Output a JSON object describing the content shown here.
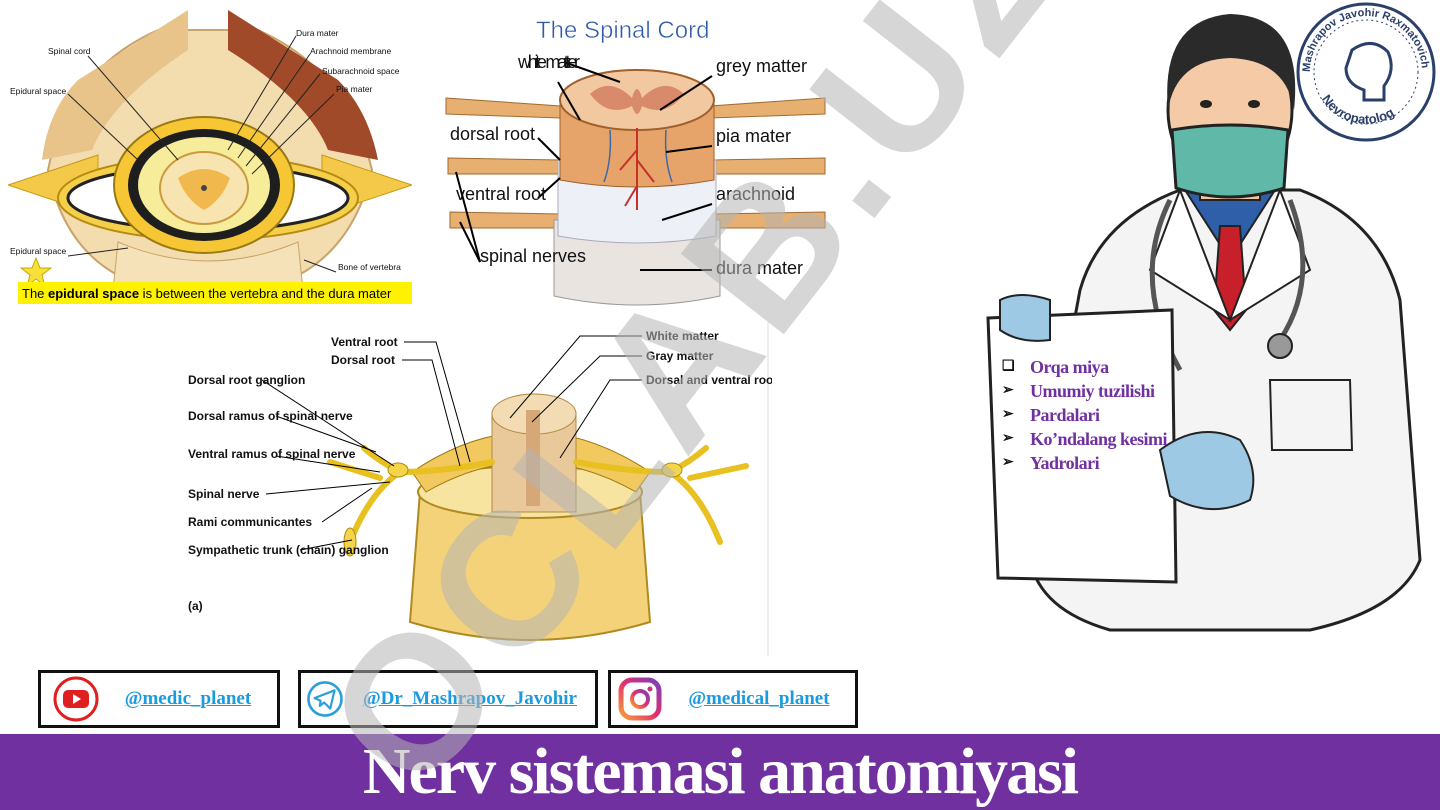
{
  "epidural_diagram": {
    "labels": {
      "spinal_cord": "Spinal cord",
      "dura_mater": "Dura mater",
      "arachnoid_membrane": "Arachnoid membrane",
      "subarachnoid_space": "Subarachnoid space",
      "pia_mater": "Pia mater",
      "epidural_space_top": "Epidural space",
      "epidural_space_bottom": "Epidural space",
      "bone_of_vertebra": "Bone of vertebra"
    },
    "caption_prefix": "The ",
    "caption_bold": "epidural space",
    "caption_suffix": " is between the vertebra and the dura mater"
  },
  "spinal_cord_diagram": {
    "title": "The Spinal Cord",
    "labels": {
      "white_matter": "white matter",
      "grey_matter": "grey matter",
      "dorsal_root": "dorsal root",
      "pia_mater": "pia mater",
      "ventral_root": "ventral root",
      "arachnoid": "arachnoid",
      "spinal_nerves": "spinal nerves",
      "dura_mater": "dura mater"
    }
  },
  "vertebra_diagram": {
    "labels": {
      "ventral_root": "Ventral root",
      "dorsal_root": "Dorsal root",
      "dorsal_root_ganglion": "Dorsal root ganglion",
      "dorsal_ramus": "Dorsal ramus of spinal nerve",
      "ventral_ramus": "Ventral ramus of spinal nerve",
      "spinal_nerve": "Spinal nerve",
      "rami_communicantes": "Rami communicantes",
      "sympathetic_trunk": "Sympathetic trunk (chain) ganglion",
      "white_matter": "White matter",
      "gray_matter": "Gray matter",
      "rootlets": "Dorsal and ventral rootlets of spinal nerve"
    },
    "panel_tag": "(a)"
  },
  "doctor_badge": {
    "text_top": "Mashrapov Javohir Raxmatovich",
    "text_bottom": "Nevropatolog"
  },
  "clipboard": {
    "items": [
      {
        "bullet": "❑",
        "label": "Orqa miya"
      },
      {
        "bullet": "➢",
        "label": "Umumiy tuzilishi"
      },
      {
        "bullet": "➢",
        "label": "Pardalari"
      },
      {
        "bullet": "➢",
        "label": "Ko’ndalang kesimi"
      },
      {
        "bullet": "➢",
        "label": "Yadrolari"
      }
    ]
  },
  "social": {
    "youtube": {
      "icon": "youtube-icon",
      "handle": "@medic_planet",
      "color": "#e02020"
    },
    "telegram": {
      "icon": "telegram-icon",
      "handle": "@Dr_Mashrapov_Javohir",
      "color": "#2b9fd9"
    },
    "instagram": {
      "icon": "instagram-icon",
      "handle": "@medical_planet",
      "color": "#c13584"
    }
  },
  "banner": {
    "title": "Nerv sistemasi anatomiyasi",
    "color": "#7030a0"
  },
  "watermark": {
    "text": "OCLAB.UZ"
  }
}
